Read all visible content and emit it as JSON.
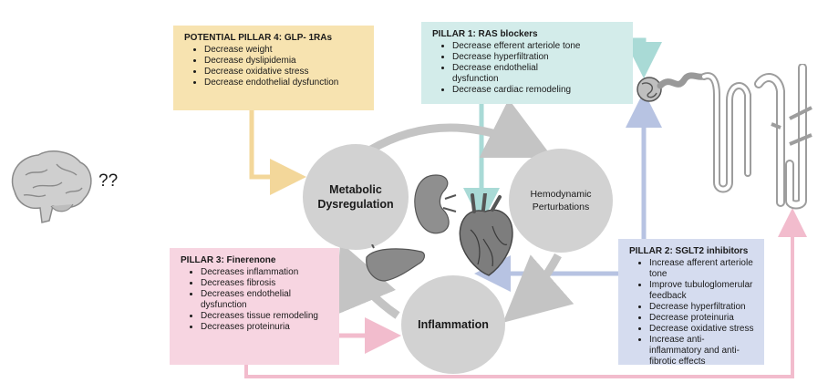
{
  "pillar4": {
    "title": "POTENTIAL PILLAR 4: GLP- 1RAs",
    "items": [
      "Decrease weight",
      "Decrease dyslipidemia",
      "Decrease oxidative stress",
      "Decrease endothelial dysfunction"
    ]
  },
  "pillar1": {
    "title": "PILLAR 1: RAS blockers",
    "items": [
      "Decrease efferent arteriole tone",
      "Decrease hyperfiltration",
      "Decrease endothelial dysfunction",
      "Decrease cardiac remodeling"
    ]
  },
  "pillar3": {
    "title": "PILLAR 3: Finerenone",
    "items": [
      "Decreases inflammation",
      "Decreases fibrosis",
      "Decreases endothelial dysfunction",
      "Decreases tissue remodeling",
      "Decreases proteinuria"
    ]
  },
  "pillar2": {
    "title": "PILLAR 2: SGLT2 inhibitors",
    "items": [
      "Increase afferent arteriole tone",
      "Improve tubuloglomerular feedback",
      "Decrease hyperfiltration",
      "Decrease proteinuria",
      "Decrease oxidative stress",
      "Increase anti-inflammatory and anti-fibrotic effects"
    ]
  },
  "circles": {
    "metabolic": "Metabolic Dysregulation",
    "hemodynamic": "Hemodynamic Perturbations",
    "inflammation": "Inflammation"
  },
  "question_marks": "??",
  "icons": [
    "brain-icon",
    "kidney-icon",
    "heart-icon",
    "liver-icon",
    "nephron-icon"
  ],
  "colors": {
    "pillar4": "#f7e3b0",
    "pillar1": "#d3ecea",
    "pillar3": "#f7d5e1",
    "pillar2": "#d5dcef",
    "circle": "#d2d2d2"
  }
}
